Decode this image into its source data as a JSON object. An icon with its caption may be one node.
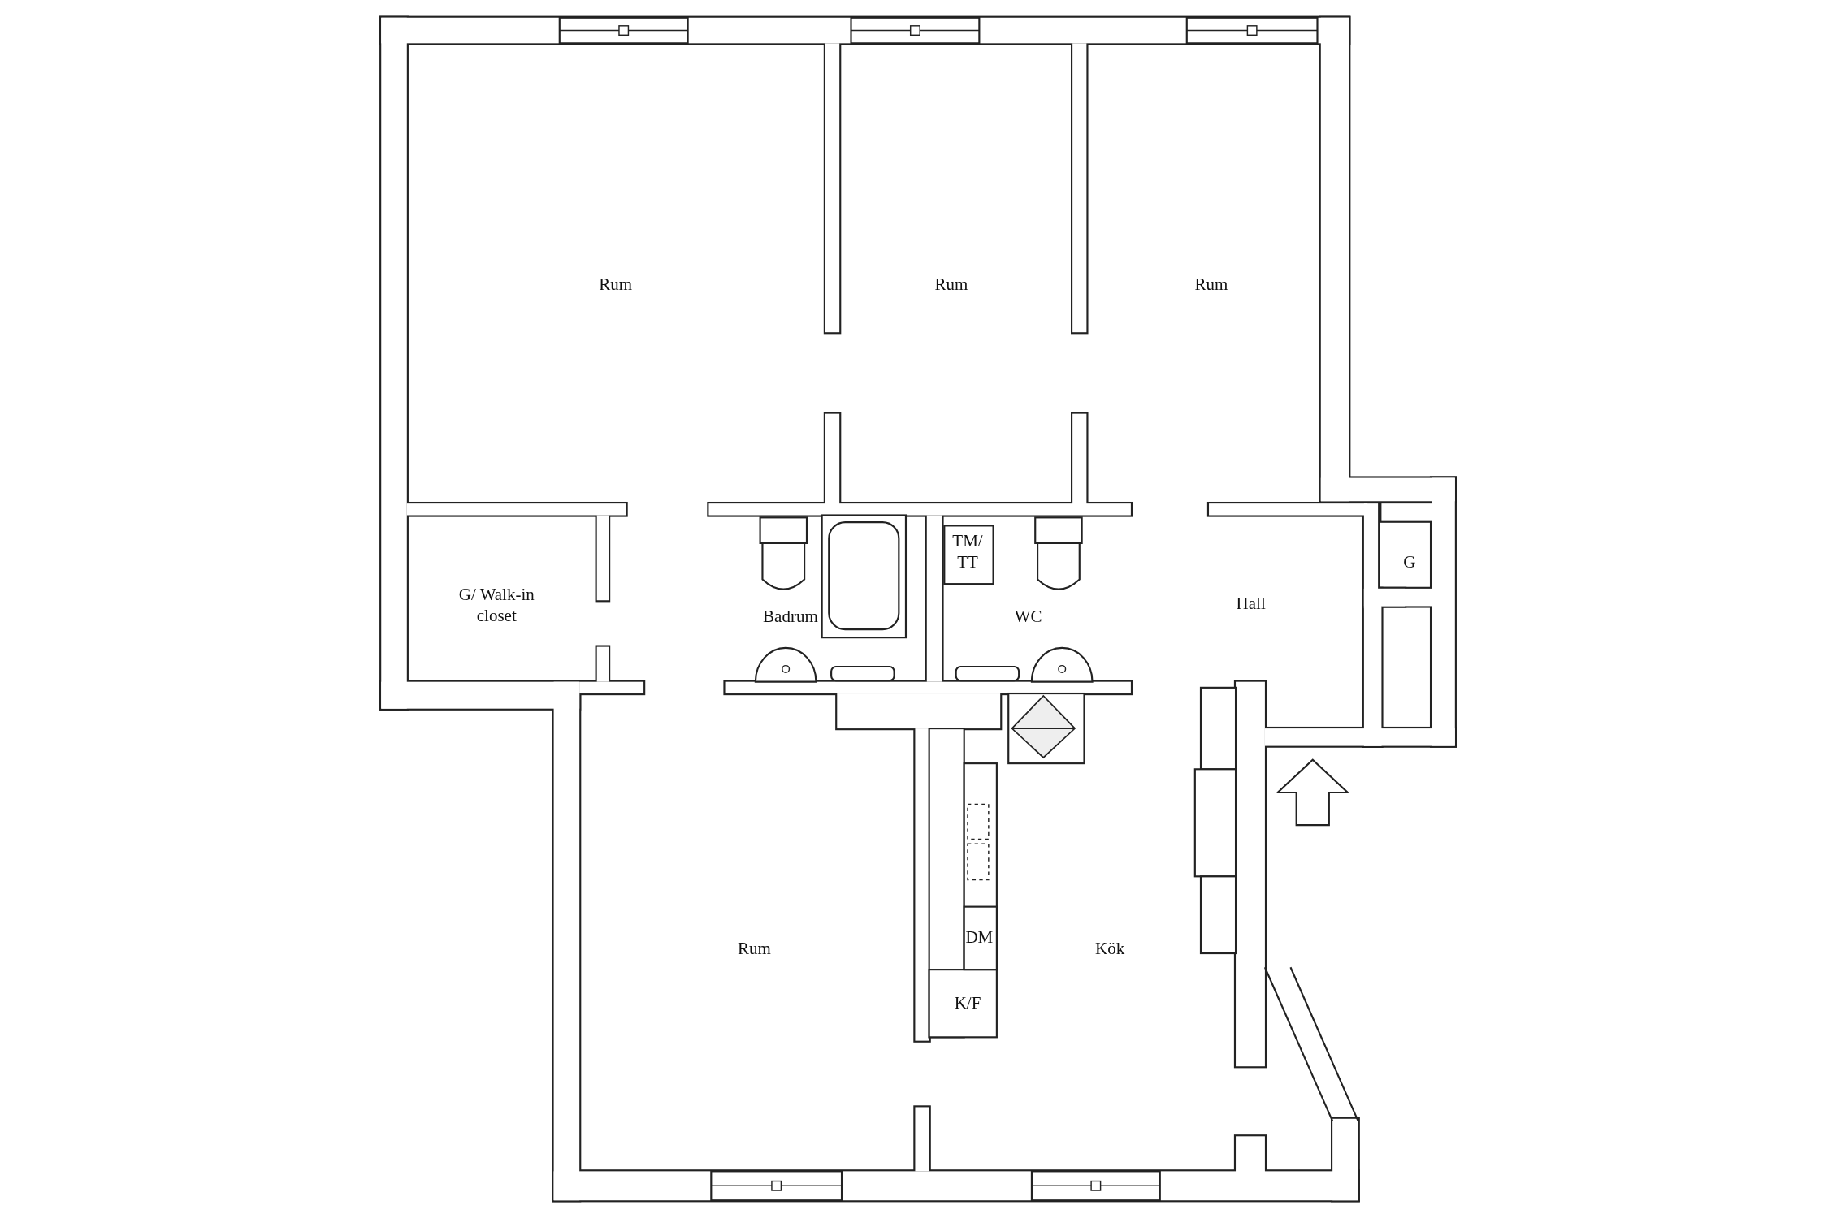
{
  "diagram": {
    "labels": [
      "Rum",
      "Rum",
      "Rum",
      "TM/ TT",
      "G",
      "G/ Walk-in closet",
      "Badrum",
      "WC",
      "Hall",
      "DM",
      "Rum",
      "Kök",
      "K/F"
    ]
  }
}
